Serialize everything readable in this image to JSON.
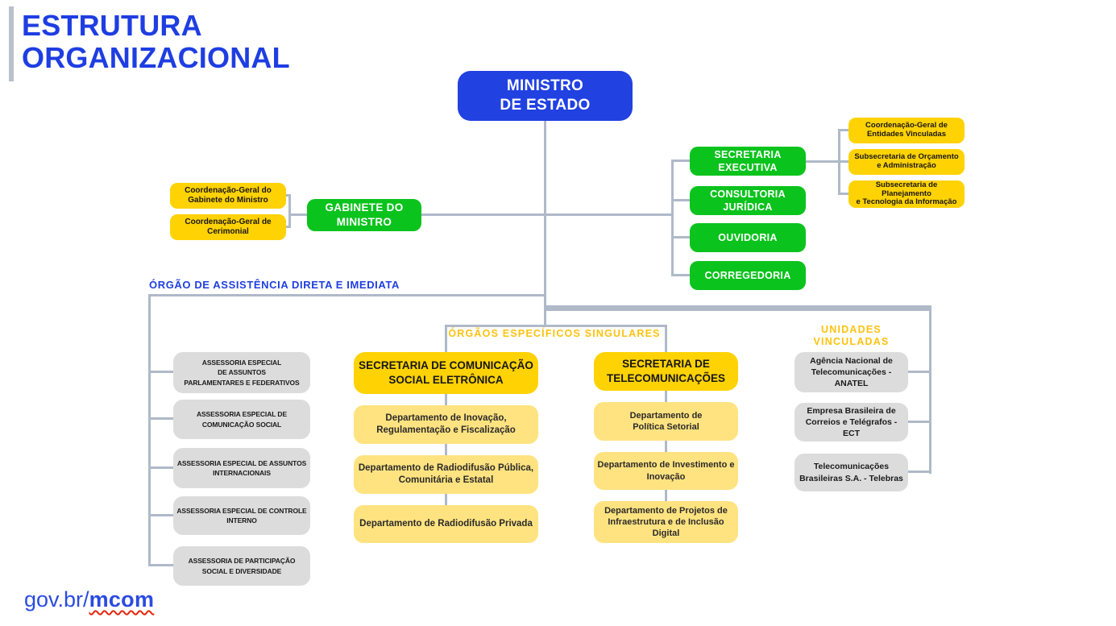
{
  "title": {
    "text": "ESTRUTURA\nORGANIZACIONAL"
  },
  "ministro": {
    "label": "MINISTRO\nDE ESTADO"
  },
  "gabinete": {
    "label": "GABINETE DO\nMINISTRO",
    "units": [
      "Coordenação-Geral do\nGabinete do Ministro",
      "Coordenação-Geral de\nCerimonial"
    ]
  },
  "direcao": {
    "boxes": [
      "SECRETARIA\nEXECUTIVA",
      "CONSULTORIA\nJURÍDICA",
      "OUVIDORIA",
      "CORREGEDORIA"
    ],
    "subsecretarias": [
      "Coordenação-Geral de\nEntidades Vinculadas",
      "Subsecretaria de Orçamento\ne Administração",
      "Subsecretaria de\nPlanejamento\ne Tecnologia da Informação"
    ]
  },
  "assistencia": {
    "label": "ÓRGÃO DE ASSISTÊNCIA DIRETA E IMEDIATA",
    "items": [
      "ASSESSORIA ESPECIAL\nDE ASSUNTOS\nPARLAMENTARES E FEDERATIVOS",
      "ASSESSORIA ESPECIAL DE\nCOMUNICAÇÃO SOCIAL",
      "ASSESSORIA ESPECIAL DE ASSUNTOS\nINTERNACIONAIS",
      "ASSESSORIA ESPECIAL DE CONTROLE\nINTERNO",
      "ASSESSORIA DE PARTICIPAÇÃO\nSOCIAL E DIVERSIDADE"
    ]
  },
  "especificos": {
    "label": "ÓRGÃOS ESPECÍFICOS SINGULARES",
    "comunicacao": {
      "header": "SECRETARIA DE COMUNICAÇÃO\nSOCIAL ELETRÔNICA",
      "departments": [
        "Departamento de Inovação,\nRegulamentação e Fiscalização",
        "Departamento de Radiodifusão Pública,\nComunitária e Estatal",
        "Departamento de Radiodifusão Privada"
      ]
    },
    "telecom": {
      "header": "SECRETARIA DE\nTELECOMUNICAÇÕES",
      "departments": [
        "Departamento de\nPolítica Setorial",
        "Departamento de Investimento e\nInovação",
        "Departamento de Projetos de\nInfraestrutura e de Inclusão\nDigital"
      ]
    }
  },
  "vinculadas": {
    "label": "UNIDADES\nVINCULADAS",
    "items": [
      "Agência Nacional de\nTelecomunicações -\nANATEL",
      "Empresa Brasileira de\nCorreios e Telégrafos -\nECT",
      "Telecomunicações\nBrasileiras S.A. - Telebras"
    ]
  },
  "logo": {
    "prefix": "gov.br",
    "separator": "/",
    "name": "mcom"
  },
  "colors": {
    "primary_blue": "#2141e1",
    "green": "#0bc31d",
    "yellow": "#ffd204",
    "light_yellow": "#ffe380",
    "gray_box": "#dcdcdc",
    "connector_gray": "#afb9c8",
    "gold_label": "#ffc20d",
    "logo_underline_red": "#e52207"
  }
}
